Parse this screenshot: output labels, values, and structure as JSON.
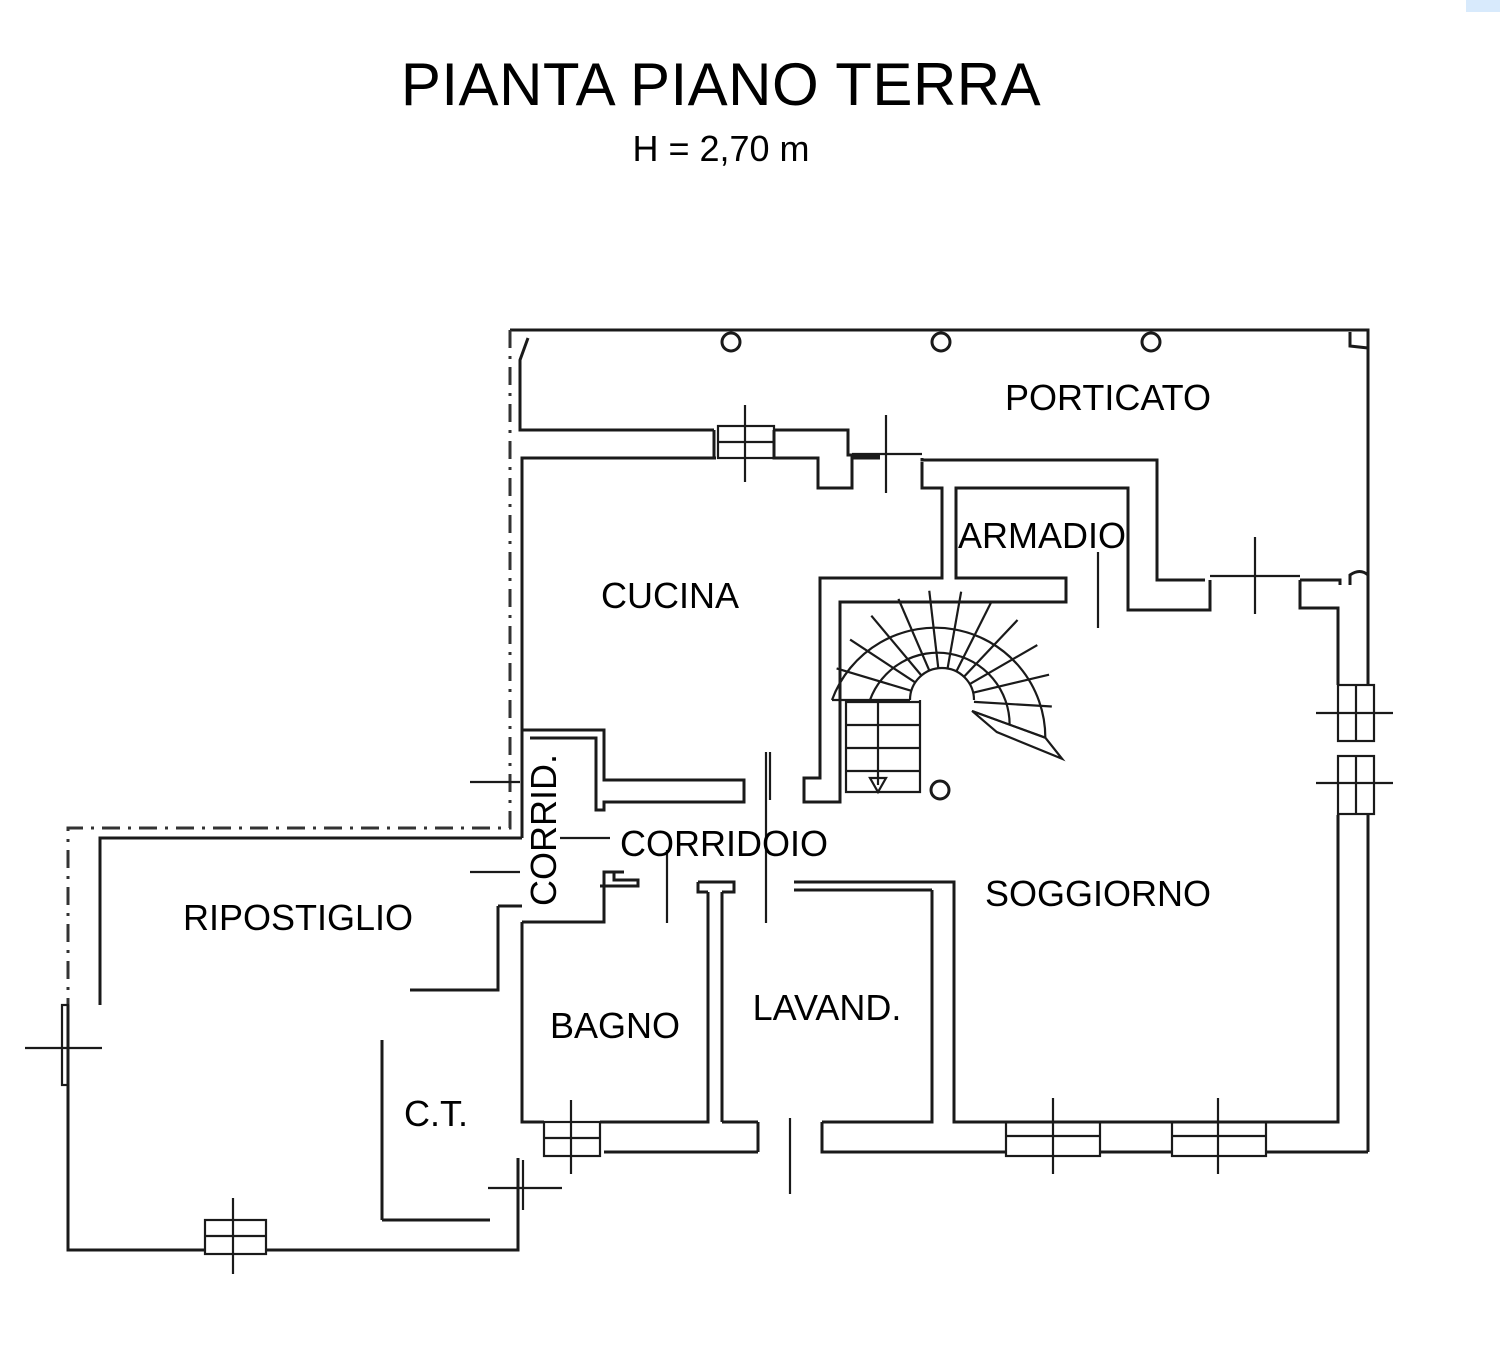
{
  "header": {
    "title": "PIANTA PIANO TERRA",
    "subtitle": "H = 2,70 m"
  },
  "rooms": {
    "porticato": "PORTICATO",
    "armadio": "ARMADIO",
    "cucina": "CUCINA",
    "corrid": "CORRID.",
    "corridoio": "CORRIDOIO",
    "soggiorno": "SOGGIORNO",
    "ripostiglio": "RIPOSTIGLIO",
    "bagno": "BAGNO",
    "lavand": "LAVAND.",
    "ct": "C.T."
  },
  "colors": {
    "line": "#1a1a1a",
    "background": "#ffffff",
    "corner_tab": "#d8eafc"
  }
}
